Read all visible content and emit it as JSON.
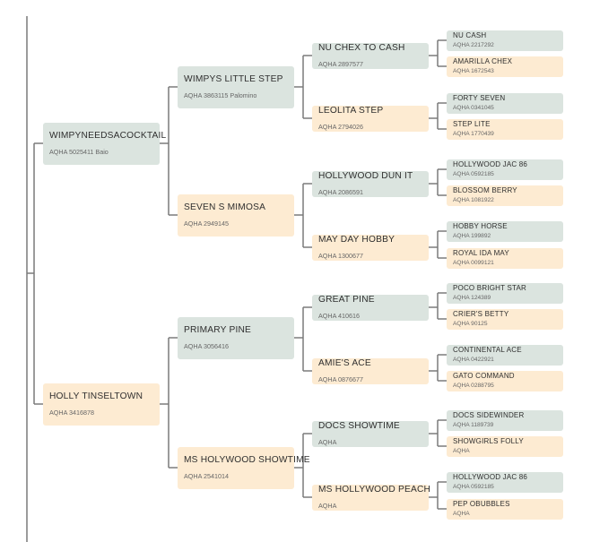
{
  "pedigree": {
    "gen1": [
      {
        "name": "WIMPYNEEDSACOCKTAIL",
        "reg": "AQHA 5025411 Baio"
      },
      {
        "name": "HOLLY TINSELTOWN",
        "reg": "AQHA 3416878"
      }
    ],
    "gen2": [
      {
        "name": "WIMPYS LITTLE STEP",
        "reg": "AQHA 3863115 Palomino"
      },
      {
        "name": "SEVEN S MIMOSA",
        "reg": "AQHA 2949145"
      },
      {
        "name": "PRIMARY PINE",
        "reg": "AQHA 3056416"
      },
      {
        "name": "MS HOLYWOOD SHOWTIME",
        "reg": "AQHA 2541014"
      }
    ],
    "gen3": [
      {
        "name": "NU CHEX TO CASH",
        "reg": "AQHA 2897577"
      },
      {
        "name": "LEOLITA STEP",
        "reg": "AQHA 2794026"
      },
      {
        "name": "HOLLYWOOD DUN IT",
        "reg": "AQHA 2086591"
      },
      {
        "name": "MAY DAY HOBBY",
        "reg": "AQHA 1300677"
      },
      {
        "name": "GREAT PINE",
        "reg": "AQHA 410616"
      },
      {
        "name": "AMIE'S ACE",
        "reg": "AQHA 0876677"
      },
      {
        "name": "DOCS SHOWTIME",
        "reg": "AQHA"
      },
      {
        "name": "MS HOLLYWOOD PEACH",
        "reg": "AQHA"
      }
    ],
    "gen4": [
      {
        "name": "NU CASH",
        "reg": "AQHA 2217292"
      },
      {
        "name": "AMARILLA CHEX",
        "reg": "AQHA 1672543"
      },
      {
        "name": "FORTY SEVEN",
        "reg": "AQHA 0341045"
      },
      {
        "name": "STEP LITE",
        "reg": "AQHA 1770439"
      },
      {
        "name": "HOLLYWOOD JAC 86",
        "reg": "AQHA 0592185"
      },
      {
        "name": "BLOSSOM BERRY",
        "reg": "AQHA 1081922"
      },
      {
        "name": "HOBBY HORSE",
        "reg": "AQHA 199892"
      },
      {
        "name": "ROYAL IDA MAY",
        "reg": "AQHA 0099121"
      },
      {
        "name": "POCO BRIGHT STAR",
        "reg": "AQHA 124389"
      },
      {
        "name": "CRIER'S BETTY",
        "reg": "AQHA 90125"
      },
      {
        "name": "CONTINENTAL ACE",
        "reg": "AQHA 0422921"
      },
      {
        "name": "GATO COMMAND",
        "reg": "AQHA 0288795"
      },
      {
        "name": "DOCS SIDEWINDER",
        "reg": "AQHA 1189739"
      },
      {
        "name": "SHOWGIRLS FOLLY",
        "reg": "AQHA"
      },
      {
        "name": "HOLLYWOOD JAC 86",
        "reg": "AQHA 0592185"
      },
      {
        "name": "PEP OBUBBLES",
        "reg": "AQHA"
      }
    ]
  },
  "colors": {
    "sire_box": "#dbe4df",
    "dam_box": "#fdebd2",
    "connector": "#7a7a7a"
  }
}
